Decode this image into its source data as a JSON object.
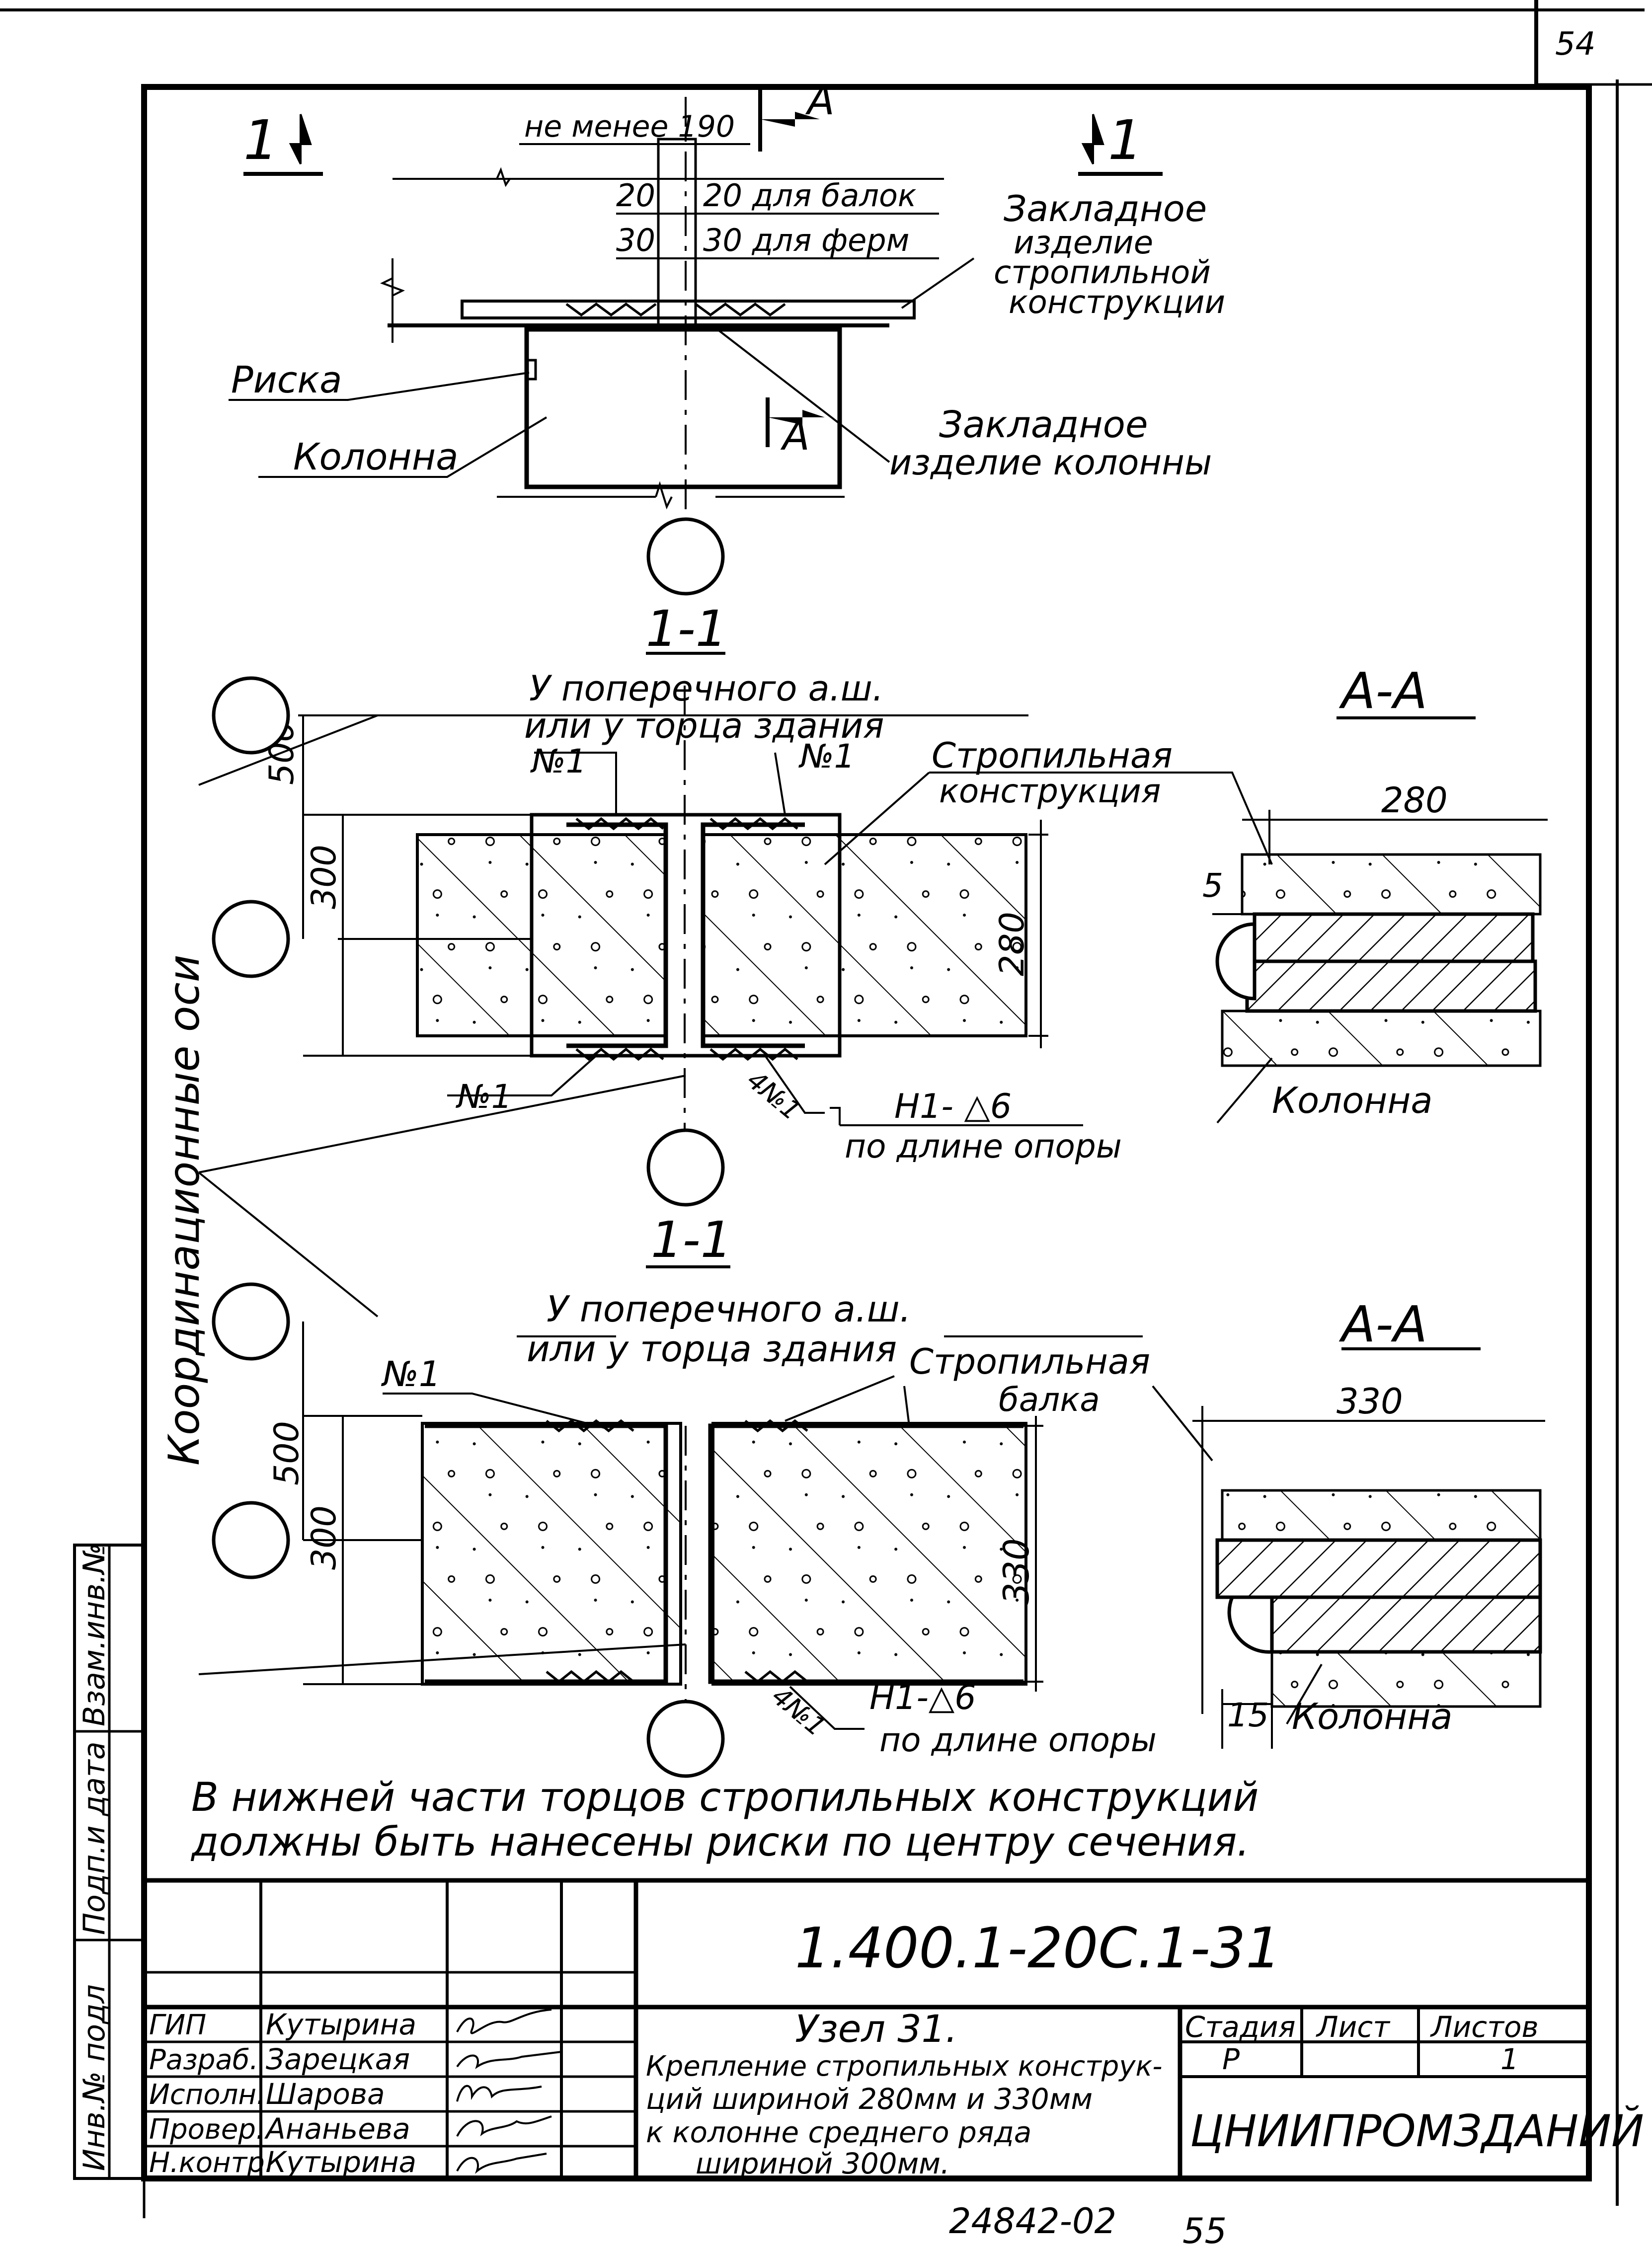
{
  "sheet": {
    "page_number": "54",
    "bottom_code": "24842-02",
    "bottom_page": "55"
  },
  "plan": {
    "section_mark": "1",
    "cut_mark": "A",
    "dim_min": "не менее 190",
    "dim_20": "20",
    "dim_20_note": "20 для балок",
    "dim_30": "30",
    "dim_30_note": "30 для ферм",
    "embed_rafter_1": "Закладное",
    "embed_rafter_2": "изделие",
    "embed_rafter_3": "стропильной",
    "embed_rafter_4": "конструкции",
    "risk_label": "Риска",
    "column_label": "Колонна",
    "embed_column_1": "Закладное",
    "embed_column_2": "изделие колонны"
  },
  "section_top": {
    "title": "1-1",
    "note_1": "У поперечного а.ш.",
    "note_2": "или у торца здания",
    "n1": "№1",
    "rafter_1": "Стропильная",
    "rafter_2": "конструкция",
    "dim_500": "500",
    "dim_300": "300",
    "dim_280": "280",
    "weld_1": "Н1- △6",
    "weld_2": "по длине опоры",
    "weld_tag": "4№1"
  },
  "view_top": {
    "title": "А-А",
    "dim_280": "280",
    "dim_5": "5",
    "column_label": "Колонна"
  },
  "section_bottom": {
    "title": "1-1",
    "note_1": "У поперечного а.ш.",
    "note_2": "или у торца здания",
    "n1": "№1",
    "rafter_1": "Стропильная",
    "rafter_2": "балка",
    "dim_500": "500",
    "dim_300": "300",
    "dim_330": "330",
    "weld_1": "Н1-△6",
    "weld_2": "по длине опоры",
    "weld_tag": "4№1"
  },
  "view_bottom": {
    "title": "А-А",
    "dim_330": "330",
    "dim_15": "15",
    "column_label": "Колонна"
  },
  "axes_label": "Координационные оси",
  "note": {
    "line1": "В нижней части торцов стропильных конструкций",
    "line2": "должны быть нанесены риски по центру сечения."
  },
  "side_stamp": [
    "Инв.№ подл",
    "Подп.и дата",
    "Взам.инв.№"
  ],
  "title_block": {
    "designation": "1.400.1-20С.1-31",
    "roles": [
      "ГИП",
      "Разраб.",
      "Исполн.",
      "Провер.",
      "Н.контр."
    ],
    "names": [
      "Кутырина",
      "Зарецкая",
      "Шарова",
      "Ананьева",
      "Кутырина"
    ],
    "title": "Узел 31.",
    "desc_1": "Крепление стропильных конструк-",
    "desc_2": "ций шириной 280мм и 330мм",
    "desc_3": "к колонне среднего ряда",
    "desc_4": "шириной 300мм.",
    "stage_label": "Стадия",
    "sheet_label": "Лист",
    "sheets_label": "Листов",
    "stage_value": "Р",
    "sheet_value": "",
    "sheets_value": "1",
    "org": "ЦНИИПРОМЗДАНИЙ"
  }
}
